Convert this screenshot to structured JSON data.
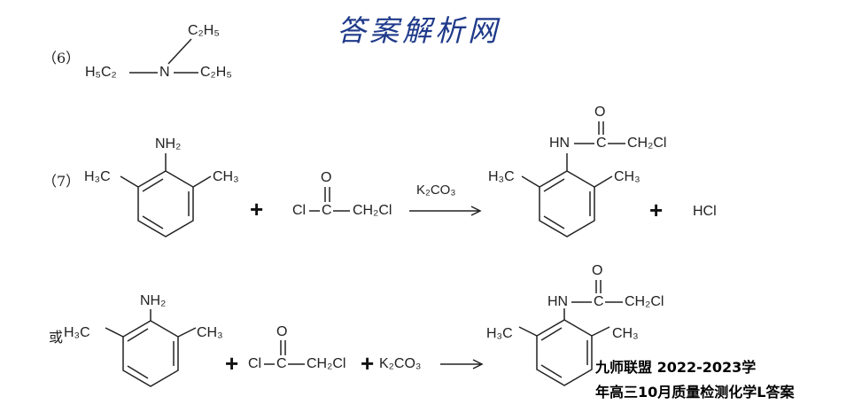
{
  "watermark": "答案解析网",
  "q6": {
    "label": "（6）",
    "ethyl_top": "C₂H₅",
    "ethyl_left": "H₅C₂",
    "nitrogen": "N",
    "ethyl_right": "C₂H₅"
  },
  "q7": {
    "label": "（7）",
    "nh2": "NH₂",
    "methyl_left": "H₃C",
    "methyl_right": "CH₃",
    "plus": "+",
    "oxygen": "O",
    "reagent_cl": "Cl",
    "reagent_c": "C",
    "reagent_ch2cl": "CH₂Cl",
    "catalyst": "K₂CO₃",
    "prod_hn": "HN",
    "prod_c": "C",
    "prod_ch2cl": "CH₂Cl",
    "prod_o": "O",
    "prod_methyl_left": "H₃C",
    "prod_methyl_right": "CH₃",
    "plus2": "+",
    "byproduct": "HCl"
  },
  "alt": {
    "prefix": "或",
    "methyl_left": "H₃C",
    "nh2": "NH₂",
    "methyl_right": "CH₃",
    "plus": "+",
    "reagent_cl": "Cl",
    "reagent_c": "C",
    "reagent_ch2cl": "CH₂Cl",
    "oxygen": "O",
    "plus2": "+",
    "base": "K₂CO₃",
    "prod_hn": "HN",
    "prod_c": "C",
    "prod_ch2cl": "CH₂Cl",
    "prod_o": "O",
    "prod_methyl_left": "H₃C",
    "prod_methyl_right": "CH₃"
  },
  "stamp": {
    "line1": "九师联盟 2022-2023学",
    "line2": "年高三10月质量检测化学L答案"
  }
}
